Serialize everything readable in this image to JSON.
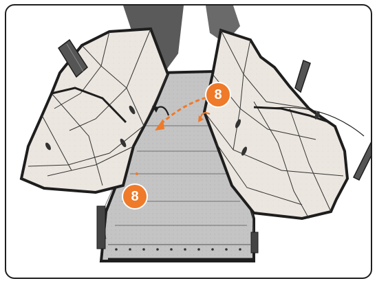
{
  "illustration": {
    "subject": "liner-assembly-top-view",
    "accent_color": "#ee7a2a",
    "outline_color": "#1e1e1e",
    "panel_color": "#ebe6df",
    "floor_color": "#c9c9c9"
  },
  "callouts": [
    {
      "label": "8",
      "icon": "number-badge"
    },
    {
      "label": "8",
      "icon": "number-badge"
    }
  ],
  "icons": {
    "fold-arrow-left": "curved-arrow-icon",
    "fold-arrow-right": "curved-arrow-icon",
    "strap": "strap-icon"
  }
}
